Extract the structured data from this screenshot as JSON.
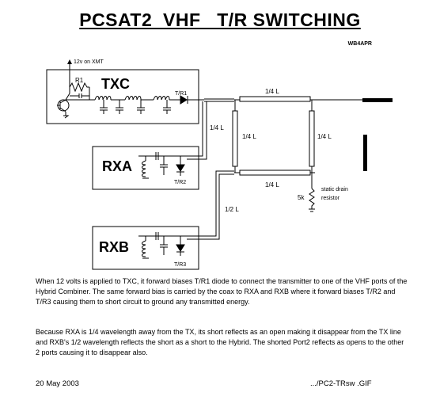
{
  "title": "PCSAT2  VHF   T/R SWITCHING",
  "author": "WB4APR",
  "diagram": {
    "supply_label": "12v on XMT",
    "blocks": {
      "txc": "TXC",
      "rxa": "RXA",
      "rxb": "RXB"
    },
    "components": {
      "r1": "R1",
      "tr1": "T/R1",
      "tr2": "T/R2",
      "tr3": "T/R3",
      "drain_resistor": "5k",
      "drain_note_line1": "static drain",
      "drain_note_line2": "resistor"
    },
    "lines": {
      "top": "1/4 L",
      "tx_to_rxa": "1/4 L",
      "left": "1/4 L",
      "right": "1/4 L",
      "bottom": "1/4 L",
      "rxb": "1/2 L"
    }
  },
  "paragraphs": [
    "When 12 volts is applied to TXC, it forward biases T/R1 diode to connect the transmitter to one of the VHF ports of the Hybrid Combiner.  The same forward bias is carried by the coax to RXA and RXB where it forward biases T/R2 and T/R3 causing them to short circuit to ground any transmitted energy.",
    "Because RXA is 1/4 wavelength away from the TX, its short reflects as an open making it disappear from the TX line  and RXB's 1/2 wavelength reflects the short as a short to the Hybrid.  The shorted Port2 reflects as opens to the other 2 ports causing it to disappear also."
  ],
  "footer": {
    "date": "20 May 2003",
    "file": ".../PC2-TRsw .GIF"
  }
}
